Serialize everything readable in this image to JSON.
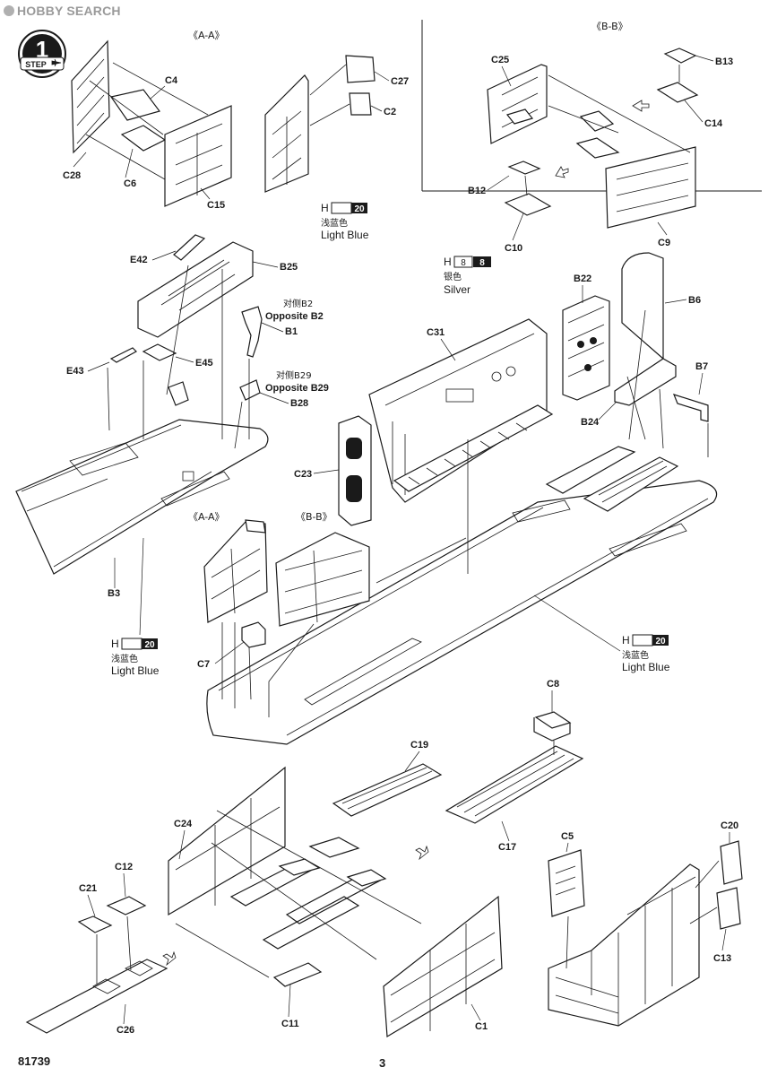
{
  "watermark": "HOBBY SEARCH",
  "step": {
    "number": "1",
    "label": "STEP"
  },
  "sections": {
    "aa_top": "《A-A》",
    "bb_top": "《B-B》",
    "aa_mid": "《A-A》",
    "bb_mid": "《B-B》"
  },
  "labels": {
    "c4": "C4",
    "c28": "C28",
    "c6": "C6",
    "c15": "C15",
    "c27": "C27",
    "c2": "C2",
    "c25": "C25",
    "b13": "B13",
    "c14": "C14",
    "b12": "B12",
    "c10": "C10",
    "c9": "C9",
    "e42": "E42",
    "b25": "B25",
    "b1": "B1",
    "e43": "E43",
    "e45": "E45",
    "b28": "B28",
    "b3": "B3",
    "c31": "C31",
    "b22": "B22",
    "b6": "B6",
    "b7": "B7",
    "b24": "B24",
    "c23": "C23",
    "c7": "C7",
    "c8": "C8",
    "c19": "C19",
    "c24": "C24",
    "c17": "C17",
    "c12": "C12",
    "c21": "C21",
    "c26": "C26",
    "c11": "C11",
    "c1": "C1",
    "c5": "C5",
    "c20": "C20",
    "c13": "C13"
  },
  "opposite": {
    "b2_cn": "对侧B2",
    "b2_en": "Opposite B2",
    "b29_cn": "对侧B29",
    "b29_en": "Opposite B29"
  },
  "paints": {
    "p1": {
      "h": "H",
      "code": "20",
      "cn": "浅蓝色",
      "en": "Light Blue"
    },
    "p2": {
      "h": "H",
      "code_a": "8",
      "code_b": "8",
      "cn": "银色",
      "en": "Silver"
    },
    "p3": {
      "h": "H",
      "code": "20",
      "cn": "浅蓝色",
      "en": "Light Blue"
    },
    "p4": {
      "h": "H",
      "code": "20",
      "cn": "浅蓝色",
      "en": "Light Blue"
    }
  },
  "footer": {
    "code": "81739",
    "page": "3"
  }
}
